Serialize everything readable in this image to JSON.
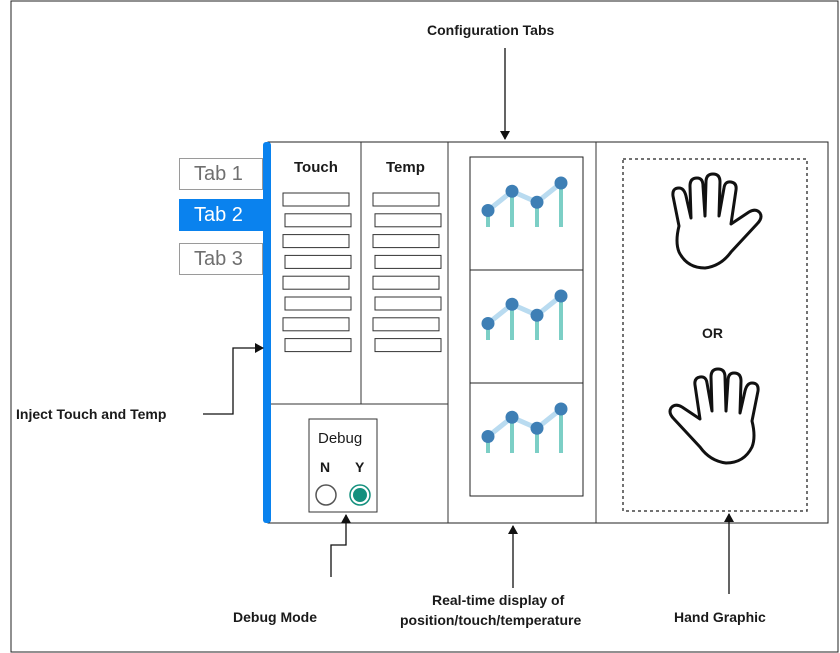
{
  "annotations": {
    "configuration_tabs": "Configuration Tabs",
    "inject_touch_temp": "Inject Touch and Temp",
    "debug_mode": "Debug Mode",
    "realtime_line1": "Real-time display of",
    "realtime_line2": "position/touch/temperature",
    "hand_graphic": "Hand Graphic"
  },
  "tabs": [
    {
      "label": "Tab 1",
      "active": false
    },
    {
      "label": "Tab 2",
      "active": true
    },
    {
      "label": "Tab 3",
      "active": false
    }
  ],
  "touch_column": {
    "title": "Touch",
    "field_count": 8
  },
  "temp_column": {
    "title": "Temp",
    "field_count": 8
  },
  "debug": {
    "title": "Debug",
    "option_n": "N",
    "option_y": "Y",
    "selected": "Y"
  },
  "charts": [
    {
      "values": [
        0.3,
        0.65,
        0.45,
        0.8
      ]
    },
    {
      "values": [
        0.3,
        0.65,
        0.45,
        0.8
      ]
    },
    {
      "values": [
        0.3,
        0.65,
        0.45,
        0.8
      ]
    }
  ],
  "hand_panel": {
    "or_text": "OR",
    "icons": [
      "left-hand-icon",
      "right-hand-icon"
    ]
  },
  "colors": {
    "accent_blue": "#0a82ee",
    "chart_bar": "#7ccfc6",
    "chart_point": "#3e7fb5",
    "chart_line": "#b9dbf0",
    "debug_selected": "#14907e"
  }
}
